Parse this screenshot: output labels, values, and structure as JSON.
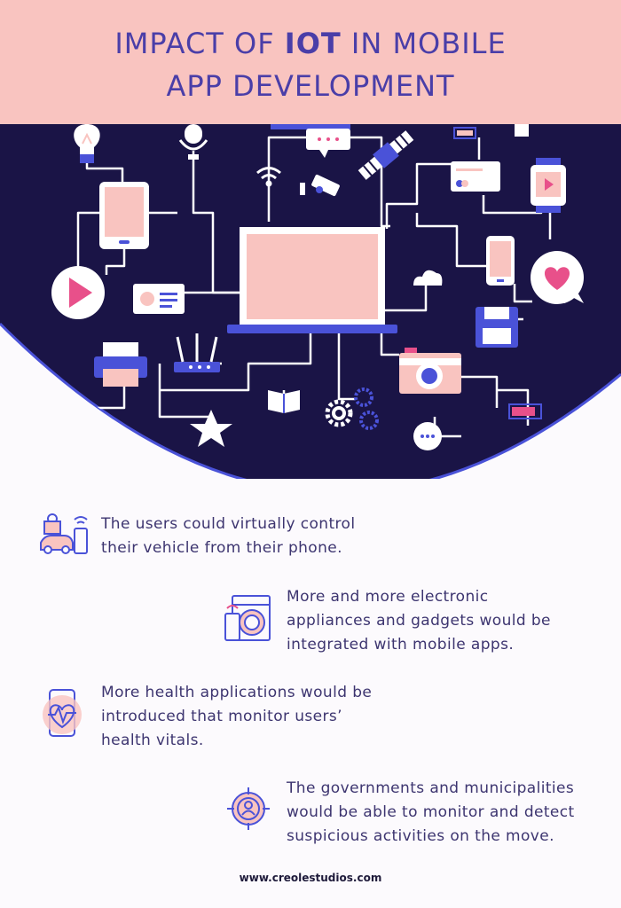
{
  "header": {
    "title_part1": "IMPACT OF ",
    "title_bold": "IOT",
    "title_part2": " IN MOBILE",
    "title_line2": "APP DEVELOPMENT"
  },
  "colors": {
    "header_bg": "#f9c4c0",
    "scene_bg": "#1a1446",
    "accent_blue": "#4a52d8",
    "accent_pink": "#f9c4c0",
    "text": "#3d3570"
  },
  "items": [
    {
      "line1": "The users could virtually control",
      "line2": "their vehicle from their phone.",
      "icon": "car-lock-phone-icon"
    },
    {
      "line1": "More and more electronic",
      "line2": "appliances and gadgets would be",
      "line3": "integrated with mobile apps.",
      "icon": "washing-machine-phone-icon"
    },
    {
      "line1": "More health applications would be",
      "line2": "introduced that monitor users’",
      "line3": "health vitals.",
      "icon": "heart-rate-phone-icon"
    },
    {
      "line1": "The governments and municipalities",
      "line2": "would be able to monitor and detect",
      "line3": "suspicious activities on the move.",
      "icon": "surveillance-target-icon"
    }
  ],
  "footer": {
    "url": "www.creolestudios.com"
  }
}
